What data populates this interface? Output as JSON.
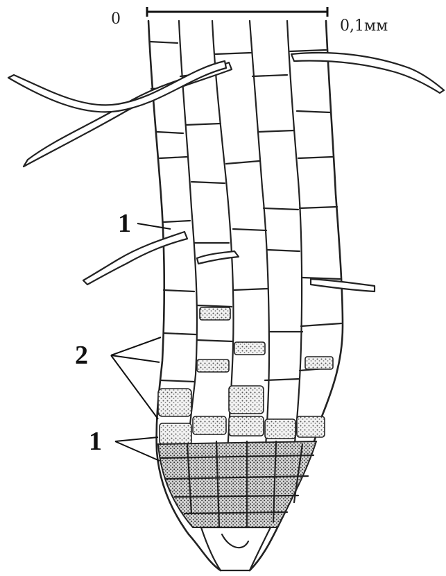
{
  "scale": {
    "start_label": "0",
    "end_label": "0,1мм"
  },
  "labels": {
    "root_hair": "1",
    "root_cap_pointer": "2",
    "meristem": "1"
  }
}
